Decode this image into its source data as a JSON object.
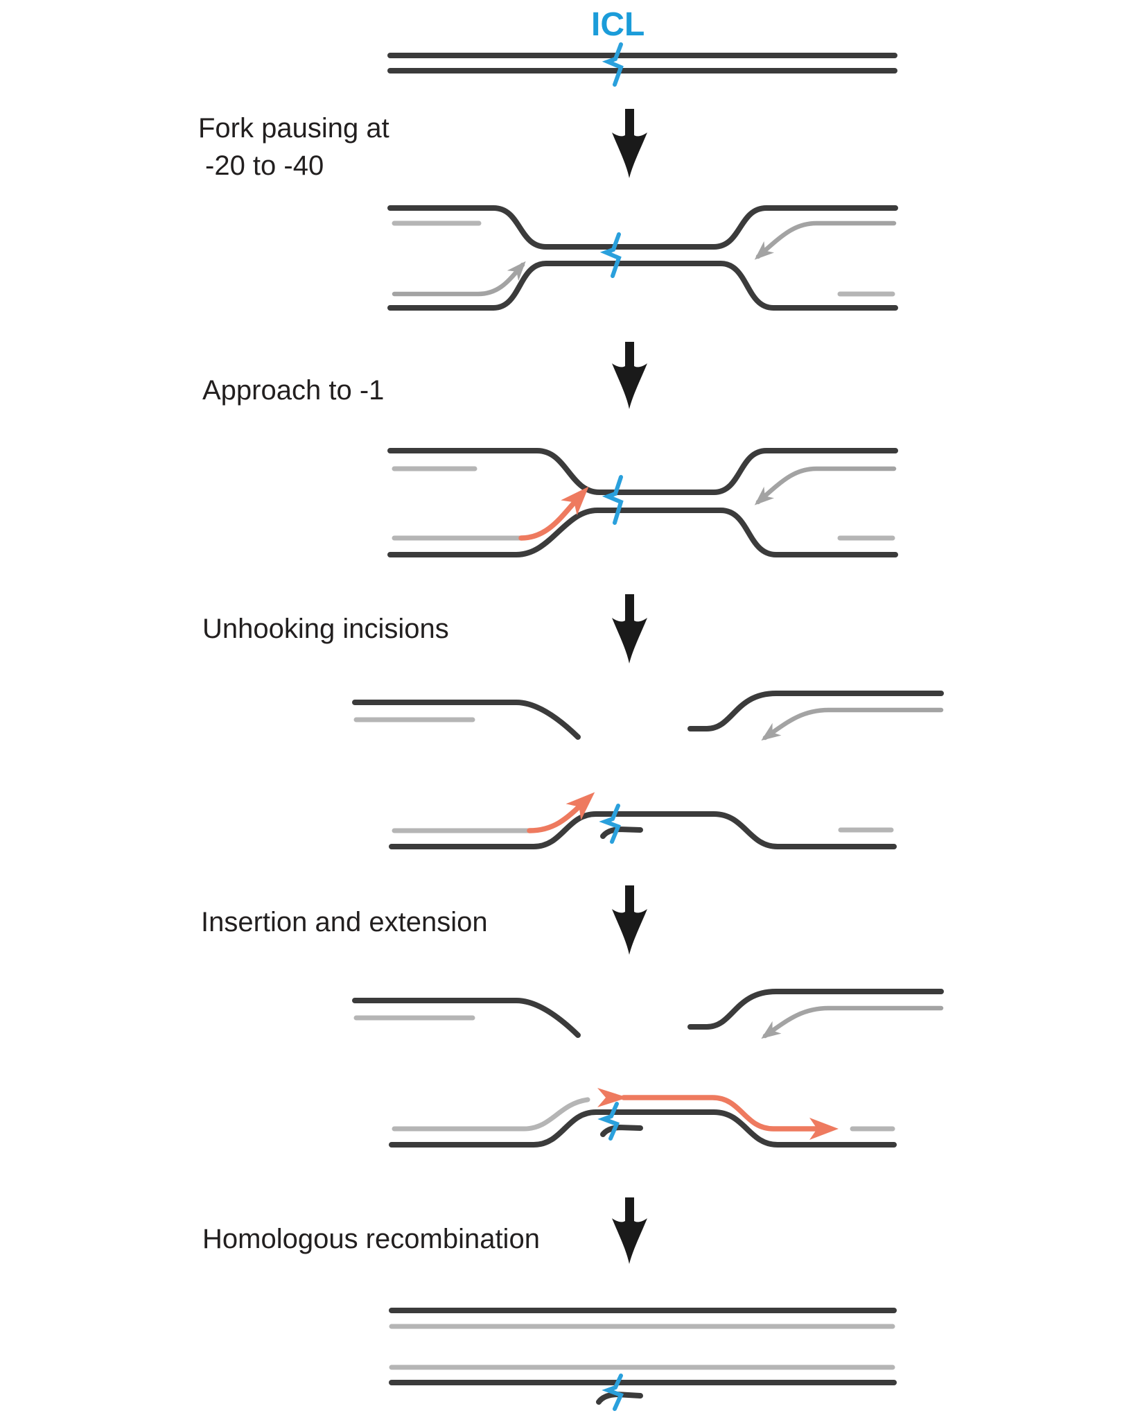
{
  "figure": {
    "icl_label": "ICL",
    "stages": [
      {
        "label_line1": "Fork pausing at",
        "label_line2": "-20 to -40"
      },
      {
        "label_line1": "Approach to -1"
      },
      {
        "label_line1": "Unhooking incisions"
      },
      {
        "label_line1": "Insertion and extension"
      },
      {
        "label_line1": "Homologous recombination"
      }
    ]
  },
  "colors": {
    "parental_strand": "#3b3b3b",
    "nascent_strand": "#b5b5b5",
    "nascent_arrow": "#a3a3a3",
    "extension_arrow": "#ee7a5f",
    "crosslink_blue": "#2aa0dc",
    "icl_label_blue": "#1b9cd9",
    "step_arrow_black": "#1a1a1a",
    "label_text": "#221f1f"
  },
  "icons": {
    "crosslink": "lightning-zigzag-icon",
    "step": "down-arrow-icon",
    "fork_direction": "curved-arrowhead-icon"
  }
}
